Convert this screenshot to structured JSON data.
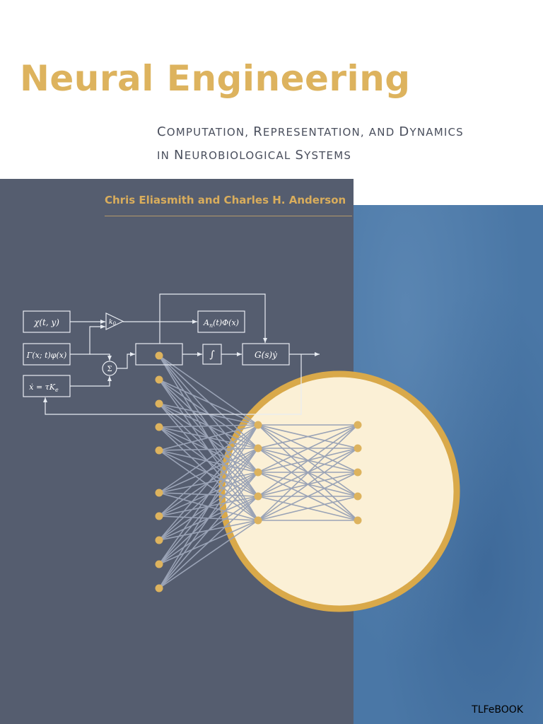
{
  "cover": {
    "title": "Neural Engineering",
    "subtitle": {
      "line1": [
        {
          "cap": "C",
          "rest": "omputation, "
        },
        {
          "cap": "R",
          "rest": "epresentation, and "
        },
        {
          "cap": "D",
          "rest": "ynamics"
        }
      ],
      "line2": [
        {
          "cap": "",
          "rest": "in "
        },
        {
          "cap": "N",
          "rest": "eurobiological "
        },
        {
          "cap": "S",
          "rest": "ystems"
        }
      ]
    },
    "authors": "Chris Eliasmith and Charles H. Anderson",
    "corner_label": "TLFeBOOK"
  },
  "diagram": {
    "blocks": {
      "chi": "χ(t, y)",
      "gamma": "Γ(x; t)φ(x)",
      "xdot": "ẋ = τK",
      "xdot_sub": "e",
      "gain": "k",
      "gain_sub": "0",
      "sum": "Σ",
      "A": "A",
      "A_sub": "n",
      "A_rest": "(t)Φ(x)",
      "f": "∫",
      "G": "G(s)ẏ"
    },
    "network": {
      "left_nodes": 10,
      "right_inner_nodes": 5,
      "right_outer_nodes": 5
    },
    "colors": {
      "slate": "#555d6f",
      "blue": "#4a77a6",
      "gold": "#ddb35e",
      "circle_fill": "#fbf0d6",
      "lines": "#9aa3b6"
    }
  }
}
